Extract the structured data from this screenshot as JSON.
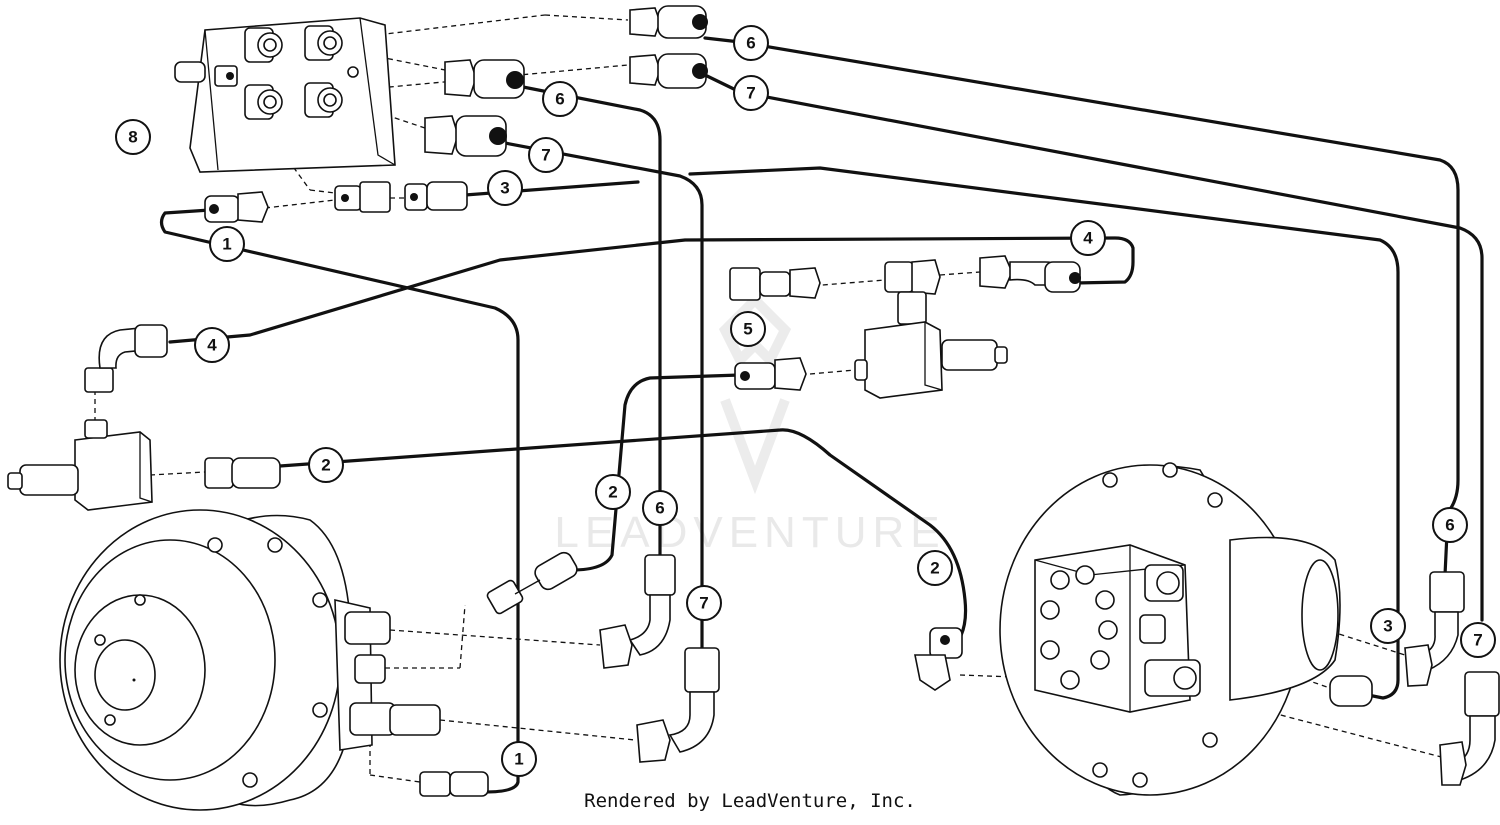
{
  "watermark": {
    "text": "LEADVENTURE"
  },
  "footer": {
    "credit": "Rendered by LeadVenture, Inc."
  },
  "callouts": [
    {
      "id": "c1a",
      "label": "1"
    },
    {
      "id": "c1b",
      "label": "1"
    },
    {
      "id": "c2a",
      "label": "2"
    },
    {
      "id": "c2b",
      "label": "2"
    },
    {
      "id": "c2c",
      "label": "2"
    },
    {
      "id": "c3a",
      "label": "3"
    },
    {
      "id": "c3b",
      "label": "3"
    },
    {
      "id": "c4a",
      "label": "4"
    },
    {
      "id": "c4b",
      "label": "4"
    },
    {
      "id": "c5",
      "label": "5"
    },
    {
      "id": "c6a",
      "label": "6"
    },
    {
      "id": "c6b",
      "label": "6"
    },
    {
      "id": "c6c",
      "label": "6"
    },
    {
      "id": "c6d",
      "label": "6"
    },
    {
      "id": "c7a",
      "label": "7"
    },
    {
      "id": "c7b",
      "label": "7"
    },
    {
      "id": "c7c",
      "label": "7"
    },
    {
      "id": "c7d",
      "label": "7"
    },
    {
      "id": "c8",
      "label": "8"
    }
  ]
}
